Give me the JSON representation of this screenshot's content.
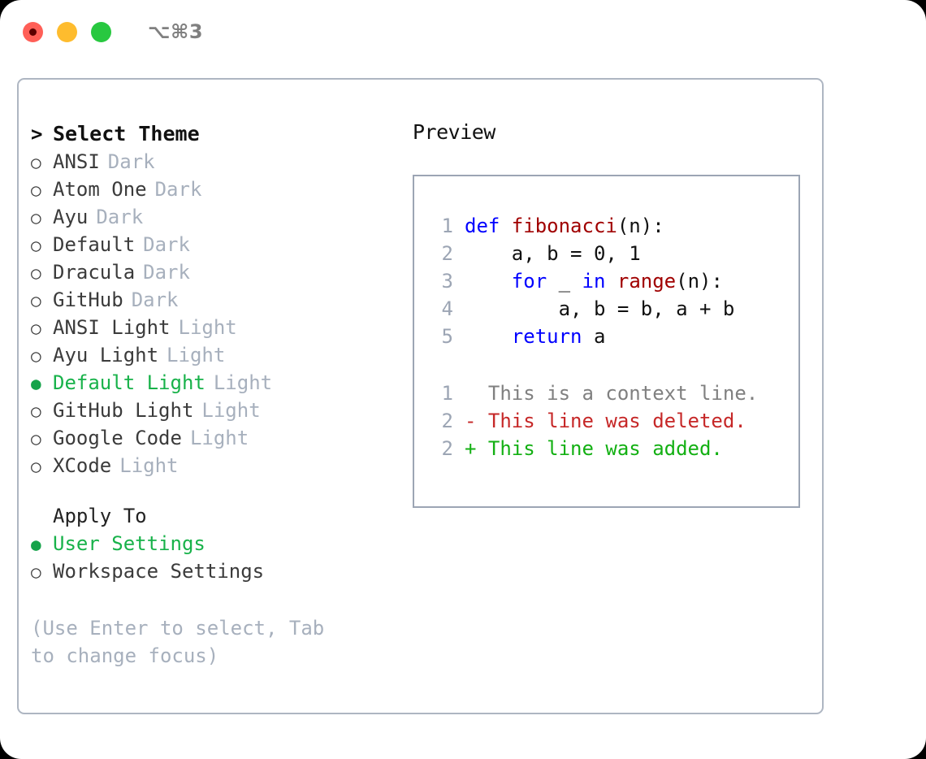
{
  "window": {
    "shortcut": "⌥⌘3",
    "traffic_lights": [
      {
        "name": "close",
        "color": "#ff5f57"
      },
      {
        "name": "minimize",
        "color": "#febc2e"
      },
      {
        "name": "zoom",
        "color": "#28c840"
      }
    ]
  },
  "theme_picker": {
    "caret": ">",
    "title": "Select Theme",
    "marker_selected": "●",
    "marker_unselected": "○",
    "items": [
      {
        "label": "ANSI",
        "tag": "Dark",
        "selected": false
      },
      {
        "label": "Atom One",
        "tag": "Dark",
        "selected": false
      },
      {
        "label": "Ayu",
        "tag": "Dark",
        "selected": false
      },
      {
        "label": "Default",
        "tag": "Dark",
        "selected": false
      },
      {
        "label": "Dracula",
        "tag": "Dark",
        "selected": false
      },
      {
        "label": "GitHub",
        "tag": "Dark",
        "selected": false
      },
      {
        "label": "ANSI Light",
        "tag": "Light",
        "selected": false
      },
      {
        "label": "Ayu Light",
        "tag": "Light",
        "selected": false
      },
      {
        "label": "Default Light",
        "tag": "Light",
        "selected": true
      },
      {
        "label": "GitHub Light",
        "tag": "Light",
        "selected": false
      },
      {
        "label": "Google Code",
        "tag": "Light",
        "selected": false
      },
      {
        "label": "XCode",
        "tag": "Light",
        "selected": false
      }
    ]
  },
  "apply_to": {
    "title": "Apply To",
    "items": [
      {
        "label": "User Settings",
        "selected": true
      },
      {
        "label": "Workspace Settings",
        "selected": false
      }
    ]
  },
  "hint": "(Use Enter to select, Tab to change focus)",
  "preview": {
    "title": "Preview",
    "code_lines": [
      {
        "num": "1",
        "tokens": [
          {
            "t": "def ",
            "c": "kw"
          },
          {
            "t": "fibonacci",
            "c": "fn"
          },
          {
            "t": "(n):",
            "c": "plain"
          }
        ]
      },
      {
        "num": "2",
        "tokens": [
          {
            "t": "    a, b = 0, 1",
            "c": "plain"
          }
        ]
      },
      {
        "num": "3",
        "tokens": [
          {
            "t": "    ",
            "c": "plain"
          },
          {
            "t": "for",
            "c": "kw"
          },
          {
            "t": " _ ",
            "c": "plain"
          },
          {
            "t": "in",
            "c": "kw"
          },
          {
            "t": " ",
            "c": "plain"
          },
          {
            "t": "range",
            "c": "fn"
          },
          {
            "t": "(n):",
            "c": "plain"
          }
        ]
      },
      {
        "num": "4",
        "tokens": [
          {
            "t": "        a, b = b, a + b",
            "c": "plain"
          }
        ]
      },
      {
        "num": "5",
        "tokens": [
          {
            "t": "    ",
            "c": "plain"
          },
          {
            "t": "return",
            "c": "kw"
          },
          {
            "t": " a",
            "c": "plain"
          }
        ]
      }
    ],
    "diff_lines": [
      {
        "num": "1",
        "text": "  This is a context line.",
        "kind": "ctx"
      },
      {
        "num": "2",
        "text": "- This line was deleted.",
        "kind": "del"
      },
      {
        "num": "2",
        "text": "+ This line was added.",
        "kind": "add"
      }
    ]
  },
  "colors": {
    "accent_green": "#18b24a",
    "muted": "#a7b0bd",
    "keyword": "#0000ff",
    "function": "#a00000",
    "diff_added": "#13b013",
    "diff_deleted": "#c62828",
    "border": "#aeb6c2"
  }
}
